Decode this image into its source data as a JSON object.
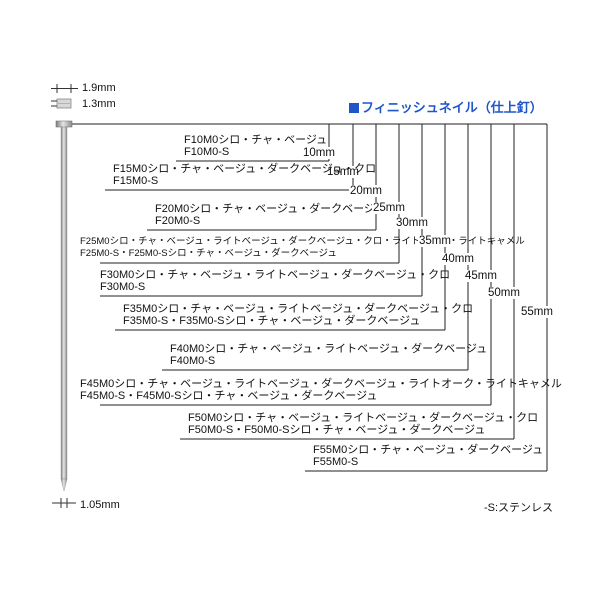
{
  "header": {
    "title": "フィニッシュネイル（仕上釘）",
    "head_width": "1.9mm",
    "head_thickness": "1.3mm",
    "shank_diameter": "1.05mm"
  },
  "nails": [
    {
      "length": "10mm",
      "line1": "F10M0シロ・チャ・ベージュ",
      "line2": "F10M0-S"
    },
    {
      "length": "15mm",
      "line1": "F15M0シロ・チャ・ベージュ・ダークベージュ・クロ",
      "line2": "F15M0-S"
    },
    {
      "length": "20mm",
      "line1": "F20M0シロ・チャ・ベージュ・ダークベージュ",
      "line2": "F20M0-S"
    },
    {
      "length": "25mm",
      "line1": "F25M0シロ・チャ・ベージュ・ライトベージュ・ダークベージュ・クロ・ライトオーク・ライトキャメル",
      "line2": "F25M0-S・F25M0-Sシロ・チャ・ベージュ・ダークベージュ"
    },
    {
      "length": "30mm",
      "line1": "F30M0シロ・チャ・ベージュ・ライトベージュ・ダークベージュ・クロ",
      "line2": "F30M0-S"
    },
    {
      "length": "35mm",
      "line1": "F35M0シロ・チャ・ベージュ・ライトベージュ・ダークベージュ・クロ",
      "line2": "F35M0-S・F35M0-Sシロ・チャ・ベージュ・ダークベージュ"
    },
    {
      "length": "40mm",
      "line1": "F40M0シロ・チャ・ベージュ・ライトベージュ・ダークベージュ",
      "line2": "F40M0-S"
    },
    {
      "length": "45mm",
      "line1": "F45M0シロ・チャ・ベージュ・ライトベージュ・ダークベージュ・ライトオーク・ライトキャメル",
      "line2": "F45M0-S・F45M0-Sシロ・チャ・ベージュ・ダークベージュ"
    },
    {
      "length": "50mm",
      "line1": "F50M0シロ・チャ・ベージュ・ライトベージュ・ダークベージュ・クロ",
      "line2": "F50M0-S・F50M0-Sシロ・チャ・ベージュ・ダークベージュ"
    },
    {
      "length": "55mm",
      "line1": "F55M0シロ・チャ・ベージュ・ダークベージュ",
      "line2": "F55M0-S"
    }
  ],
  "footer": {
    "note": "-S:ステンレス"
  },
  "colors": {
    "title": "#1f56c8",
    "line": "#222222",
    "nail": "#9a9a9a"
  }
}
